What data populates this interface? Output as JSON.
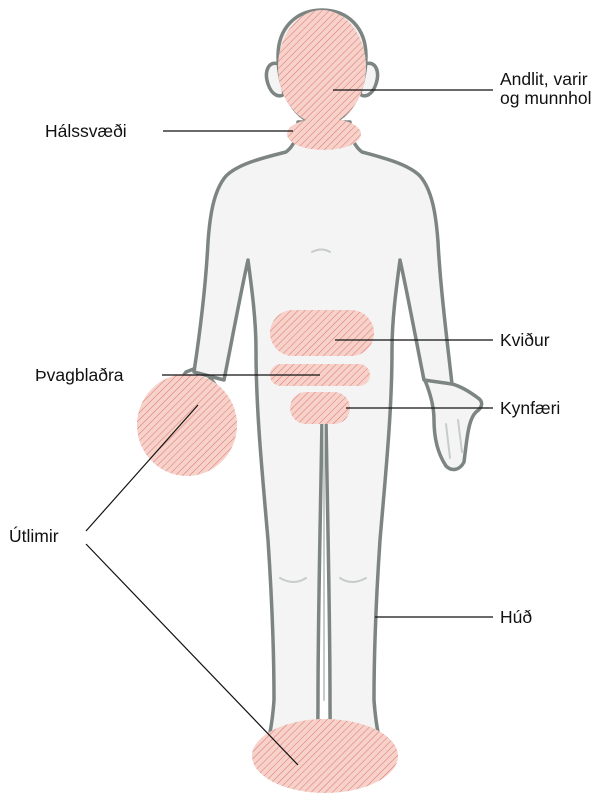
{
  "diagram": {
    "labels": {
      "face_line1": "Andlit, varir",
      "face_line2": "og munnhol",
      "neck": "Hálssvæði",
      "abdomen": "Kviður",
      "bladder": "Þvagblaðra",
      "genitals": "Kynfæri",
      "limbs": "Útlimir",
      "skin": "Húð"
    }
  },
  "colors": {
    "body_fill": "#f3f4f3",
    "body_outline": "#7d8582",
    "highlight_fill": "#f6d2cb",
    "highlight_hatch": "#e07a70",
    "leader_line": "#111111"
  }
}
